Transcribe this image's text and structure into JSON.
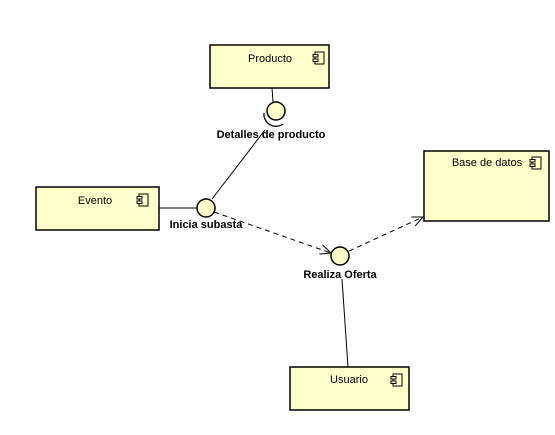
{
  "diagram": {
    "colors": {
      "component_fill": "#ffffcc",
      "interface_fill": "#ffffcc",
      "stroke": "#000000"
    },
    "components": {
      "producto": {
        "label": "Producto",
        "icon": "component-icon"
      },
      "evento": {
        "label": "Evento",
        "icon": "component-icon"
      },
      "base_datos": {
        "label": "Base de datos",
        "icon": "component-icon"
      },
      "usuario": {
        "label": "Usuario",
        "icon": "component-icon"
      }
    },
    "interfaces": {
      "detalles": {
        "label": "Detalles de producto"
      },
      "inicia": {
        "label": "Inicia subasta"
      },
      "realiza": {
        "label": "Realiza Oferta"
      }
    }
  }
}
